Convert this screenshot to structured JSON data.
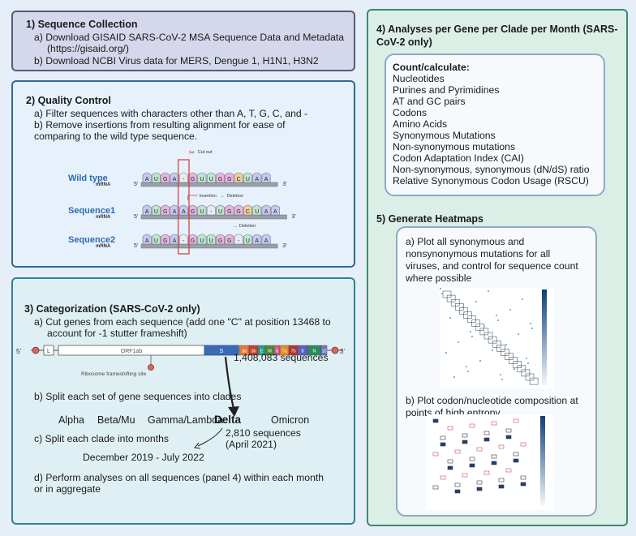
{
  "panel1": {
    "title": "1) Sequence Collection",
    "a_line1": "a) Download GISAID SARS-CoV-2 MSA Sequence Data and Metadata",
    "a_line2": "(https://gisaid.org/)",
    "b": "b) Download NCBI Virus data for MERS, Dengue 1, H1N1, H3N2"
  },
  "panel2": {
    "title": "2) Quality Control",
    "a": "a) Filter sequences with characters other than A, T, G, C, and -",
    "b_line1": "b) Remove insertions from resulting alignment for ease of",
    "b_line2": "comparing to the wild type sequence.",
    "cut_label": "Cut out",
    "insertion_label": "Insertion",
    "deletion_label": "Deletion",
    "mrna_label": "mRNA",
    "five_prime": "5'",
    "three_prime": "3'",
    "rows": [
      {
        "name": "Wild type",
        "bases": [
          "A",
          "U",
          "G",
          "A",
          "-",
          "G",
          "U",
          "U",
          "G",
          "G",
          "C",
          "U",
          "A",
          "A"
        ]
      },
      {
        "name": "Sequence1",
        "bases": [
          "A",
          "U",
          "G",
          "A",
          "A",
          "G",
          "U",
          "-",
          "U",
          "G",
          "G",
          "C",
          "U",
          "A",
          "A"
        ]
      },
      {
        "name": "Sequence2",
        "bases": [
          "A",
          "U",
          "G",
          "A",
          "-",
          "G",
          "U",
          "U",
          "G",
          "G",
          "-",
          "U",
          "A",
          "A"
        ]
      }
    ],
    "base_colors": {
      "A": "#c6c9ef",
      "U": "#bfe6cf",
      "G": "#e8b7dd",
      "C": "#f4cc9a",
      "-": "#e9ebf0"
    }
  },
  "panel3": {
    "title": "3) Categorization (SARS-CoV-2 only)",
    "a_line1": "a) Cut genes from each sequence (add one \"C\" at position 13468 to",
    "a_line2": "account for -1 stutter frameshift)",
    "genome_5": "5'",
    "genome_3": "3'",
    "gene_L": "L",
    "gene_orf": "ORF1ab",
    "gene_S": "S",
    "small_genes": [
      {
        "label": "3a",
        "color": "#e07a3c"
      },
      {
        "label": "3b",
        "color": "#c6422f"
      },
      {
        "label": "E",
        "color": "#2f9c88"
      },
      {
        "label": "M",
        "color": "#4b8c3a"
      },
      {
        "label": "6",
        "color": "#d35b8e"
      },
      {
        "label": "7a",
        "color": "#e58a2a"
      },
      {
        "label": "7b",
        "color": "#b4372c"
      },
      {
        "label": "8",
        "color": "#5a5fc5"
      },
      {
        "label": "N",
        "color": "#2e8a5c"
      },
      {
        "label": "10",
        "color": "#6f74cf"
      }
    ],
    "ribosome_label": "Ribosome frameshifting site",
    "seq_count": "1,408,083 sequences",
    "b": "b) Split each set of gene sequences into clades",
    "clades": [
      "Alpha",
      "Beta/Mu",
      "Gamma/Lambda",
      "Delta",
      "Omicron"
    ],
    "delta_count_line1": "2,810 sequences",
    "delta_count_line2": "(April 2021)",
    "c": "c) Split each clade into months",
    "months": "December 2019 - July 2022",
    "d_line1": "d) Perform analyses on all sequences (panel 4) within each month",
    "d_line2": "or in aggregate"
  },
  "panel4": {
    "title_line1": "4) Analyses per Gene per Clade per Month (SARS-",
    "title_line2": "CoV-2 only)",
    "count_title": "Count/calculate:",
    "count_items": [
      "Nucleotides",
      "Purines and Pyrimidines",
      "AT and GC pairs",
      "Codons",
      "Amino Acids",
      "Synonymous Mutations",
      "Non-synonymous mutations",
      "Codon Adaptation Index (CAI)",
      "Non-synonymous, synonymous (dN/dS) ratio",
      "Relative Synonymous Codon Usage (RSCU)"
    ],
    "heat_title": "5) Generate Heatmaps",
    "heat_a_line1": "a)  Plot all synonymous and",
    "heat_a_line2": "nonsynonymous mutations for all",
    "heat_a_line3": "viruses, and control for sequence count",
    "heat_a_line4": "where possible",
    "heat_b_line1": "b)  Plot codon/nucleotide composition at",
    "heat_b_line2": "points of high entropy"
  }
}
